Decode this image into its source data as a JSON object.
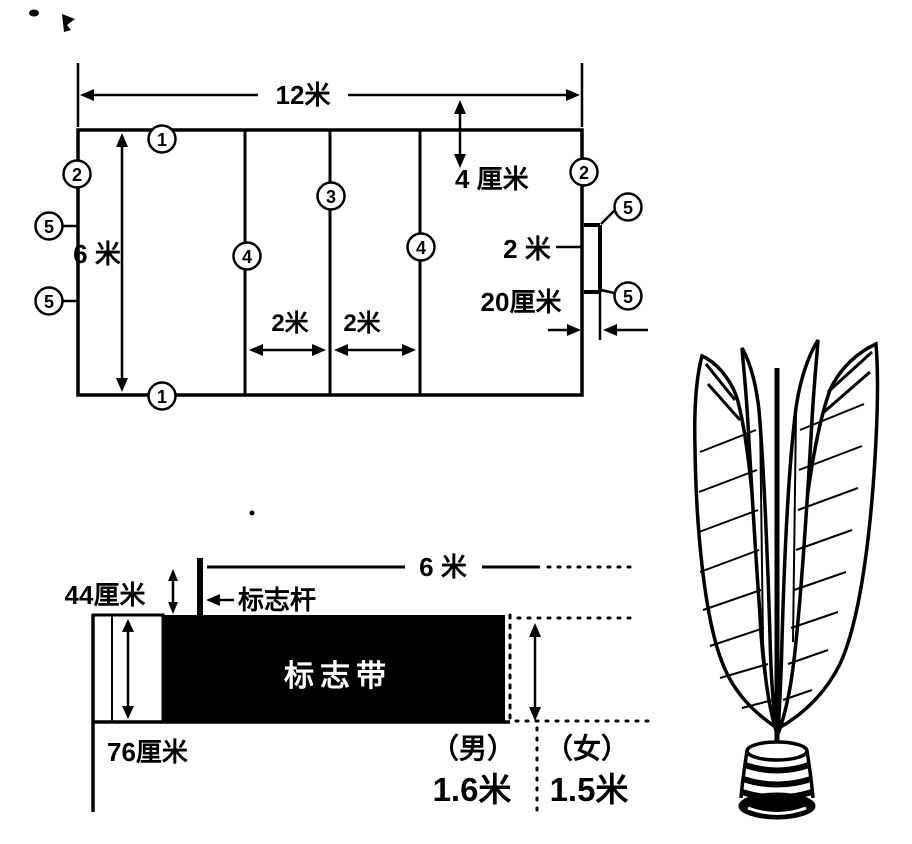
{
  "court": {
    "width_label": "12米",
    "height_label": "6 米",
    "line_width_label": "4 厘米",
    "right_gap_label": "2 米",
    "right_offset_label": "20厘米",
    "center_left_label": "2米",
    "center_right_label": "2米",
    "markers": {
      "one": "1",
      "two": "2",
      "three": "3",
      "four": "4",
      "five": "5"
    }
  },
  "net": {
    "pole_height_label": "44厘米",
    "pole_label": "标志杆",
    "width_label": "6 米",
    "band_label": "标志带",
    "band_height_label": "76厘米",
    "men_label": "（男）",
    "men_net_height": "1.6米",
    "women_label": "（女）",
    "women_net_height": "1.5米"
  },
  "icons": {
    "shuttlecock": "shuttlecock-illustration"
  },
  "colors": {
    "ink": "#000000",
    "paper": "#ffffff",
    "band_fill": "#000000",
    "band_text": "#ffffff"
  }
}
